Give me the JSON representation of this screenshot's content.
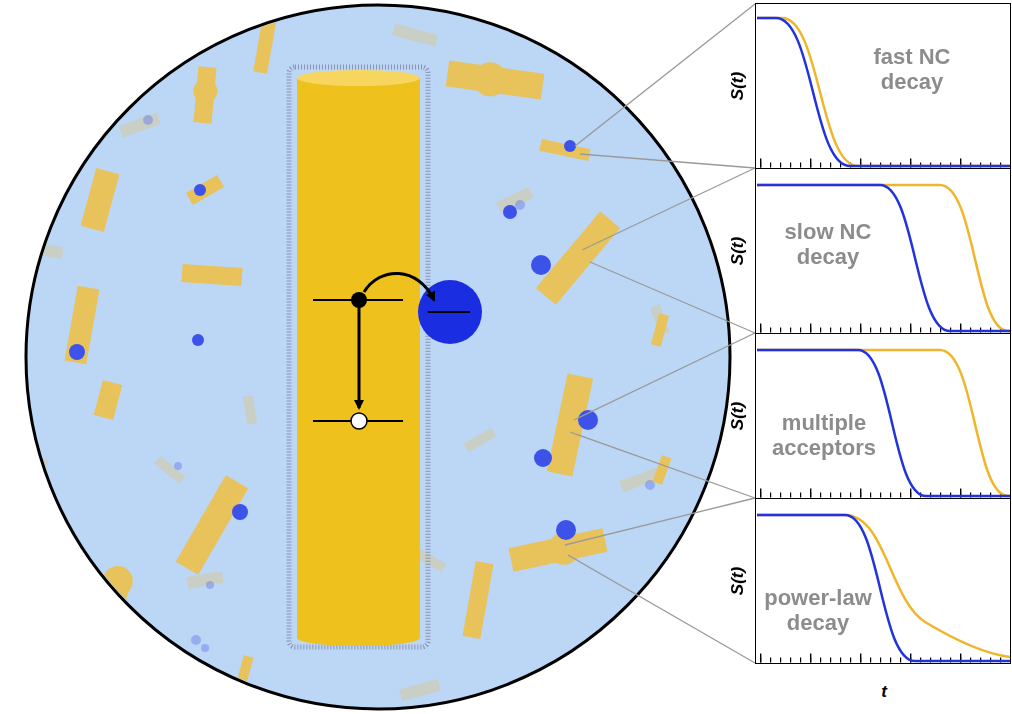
{
  "diagram": {
    "nodes": [
      {
        "text": [
          "fast NC decay"
        ]
      },
      {
        "text": [
          "slow NC decay"
        ]
      },
      {
        "text": [
          "multiple acceptors"
        ]
      },
      {
        "text": [
          "power-law decay"
        ]
      }
    ],
    "labels": [
      "S(t)",
      "S(t)",
      "S(t)",
      "S(t)",
      "t"
    ]
  }
}
